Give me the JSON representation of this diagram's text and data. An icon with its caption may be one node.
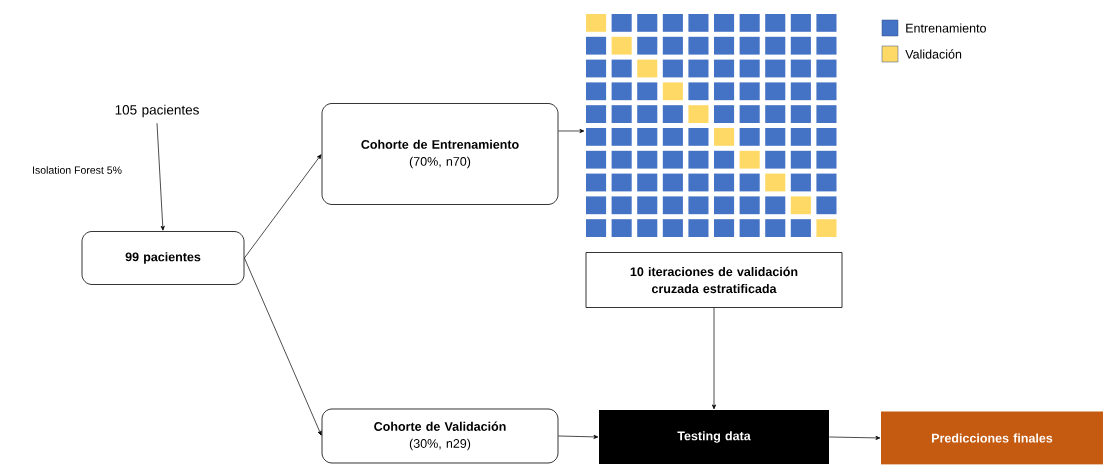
{
  "diagram": {
    "nodes": [
      {
        "text": [
          "105 pacientes"
        ]
      },
      {
        "text": [
          "99 pacientes"
        ]
      },
      {
        "text": [
          "Cohorte de Entrenamiento",
          "(70%, n70)"
        ]
      },
      {
        "text": [
          "Cohorte de Validación",
          "(30%, n29)"
        ]
      },
      {
        "text": [],
        "shape": "picture"
      },
      {
        "text": [
          "10 iteraciones de validación cruzada estratificada"
        ]
      },
      {
        "text": [
          "Testing data"
        ]
      },
      {
        "text": [
          "Predicciones finales"
        ]
      }
    ],
    "edges": [
      {
        "from": 0,
        "to": 1,
        "arrow": "to",
        "label": "Isolation Forest 5%"
      },
      {
        "from": 1,
        "to": 2,
        "arrow": "to"
      },
      {
        "from": 1,
        "to": 3,
        "arrow": "to"
      },
      {
        "from": 2,
        "to": 4,
        "arrow": "to"
      },
      {
        "from": 5,
        "to": 6,
        "arrow": "to"
      },
      {
        "from": 3,
        "to": 6,
        "arrow": "to"
      },
      {
        "from": 6,
        "to": 7,
        "arrow": "to"
      }
    ],
    "legend": [
      {
        "text": "Entrenamiento",
        "color": "#4472c4"
      },
      {
        "text": "Validación",
        "color": "#ffd966"
      }
    ]
  }
}
